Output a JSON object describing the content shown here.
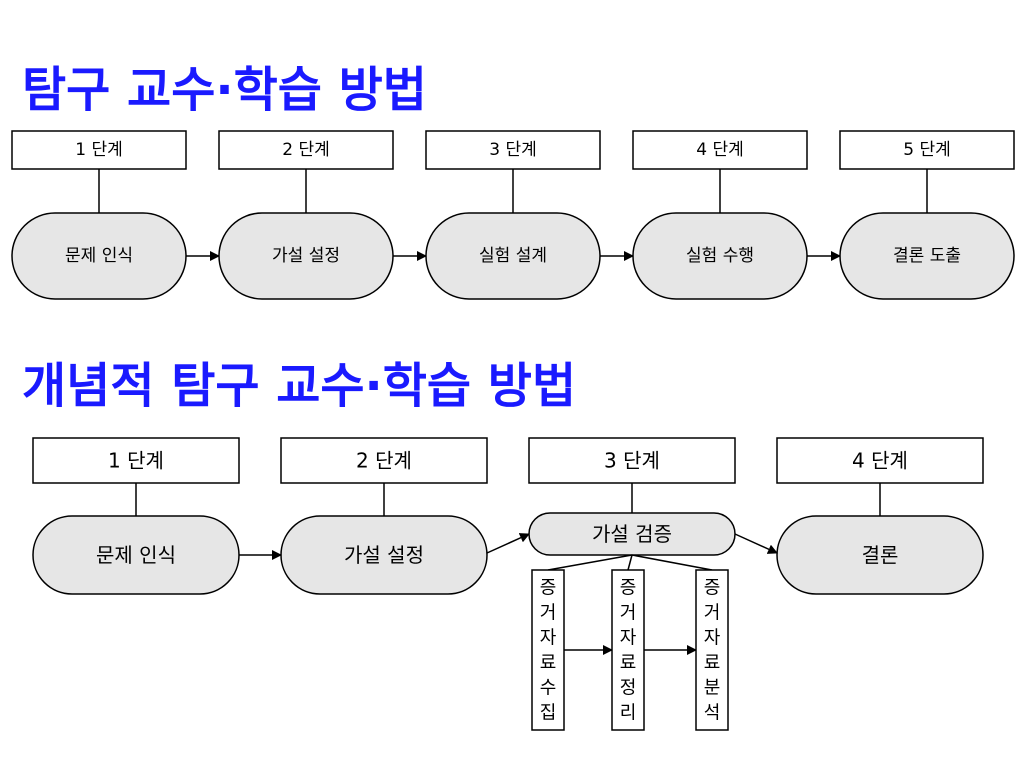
{
  "titles": {
    "inquiry": "탐구 교수·학습 방법",
    "conceptual": "개념적 탐구 교수·학습 방법"
  },
  "inquiry_flow": {
    "stages": [
      {
        "step": "1 단계",
        "label": "문제 인식"
      },
      {
        "step": "2 단계",
        "label": "가설 설정"
      },
      {
        "step": "3 단계",
        "label": "실험 설계"
      },
      {
        "step": "4 단계",
        "label": "실험 수행"
      },
      {
        "step": "5 단계",
        "label": "결론 도출"
      }
    ]
  },
  "conceptual_flow": {
    "stages": [
      {
        "step": "1 단계",
        "label": "문제 인식"
      },
      {
        "step": "2 단계",
        "label": "가설 설정"
      },
      {
        "step": "3 단계",
        "label": "가설 검증"
      },
      {
        "step": "4 단계",
        "label": "결론"
      }
    ],
    "substeps": [
      {
        "label": "증거자료수집"
      },
      {
        "label": "증거자료정리"
      },
      {
        "label": "증거자료분석"
      }
    ]
  },
  "colors": {
    "title": "#1a1aff",
    "pill_fill": "#e6e6e6",
    "stroke": "#000000"
  }
}
